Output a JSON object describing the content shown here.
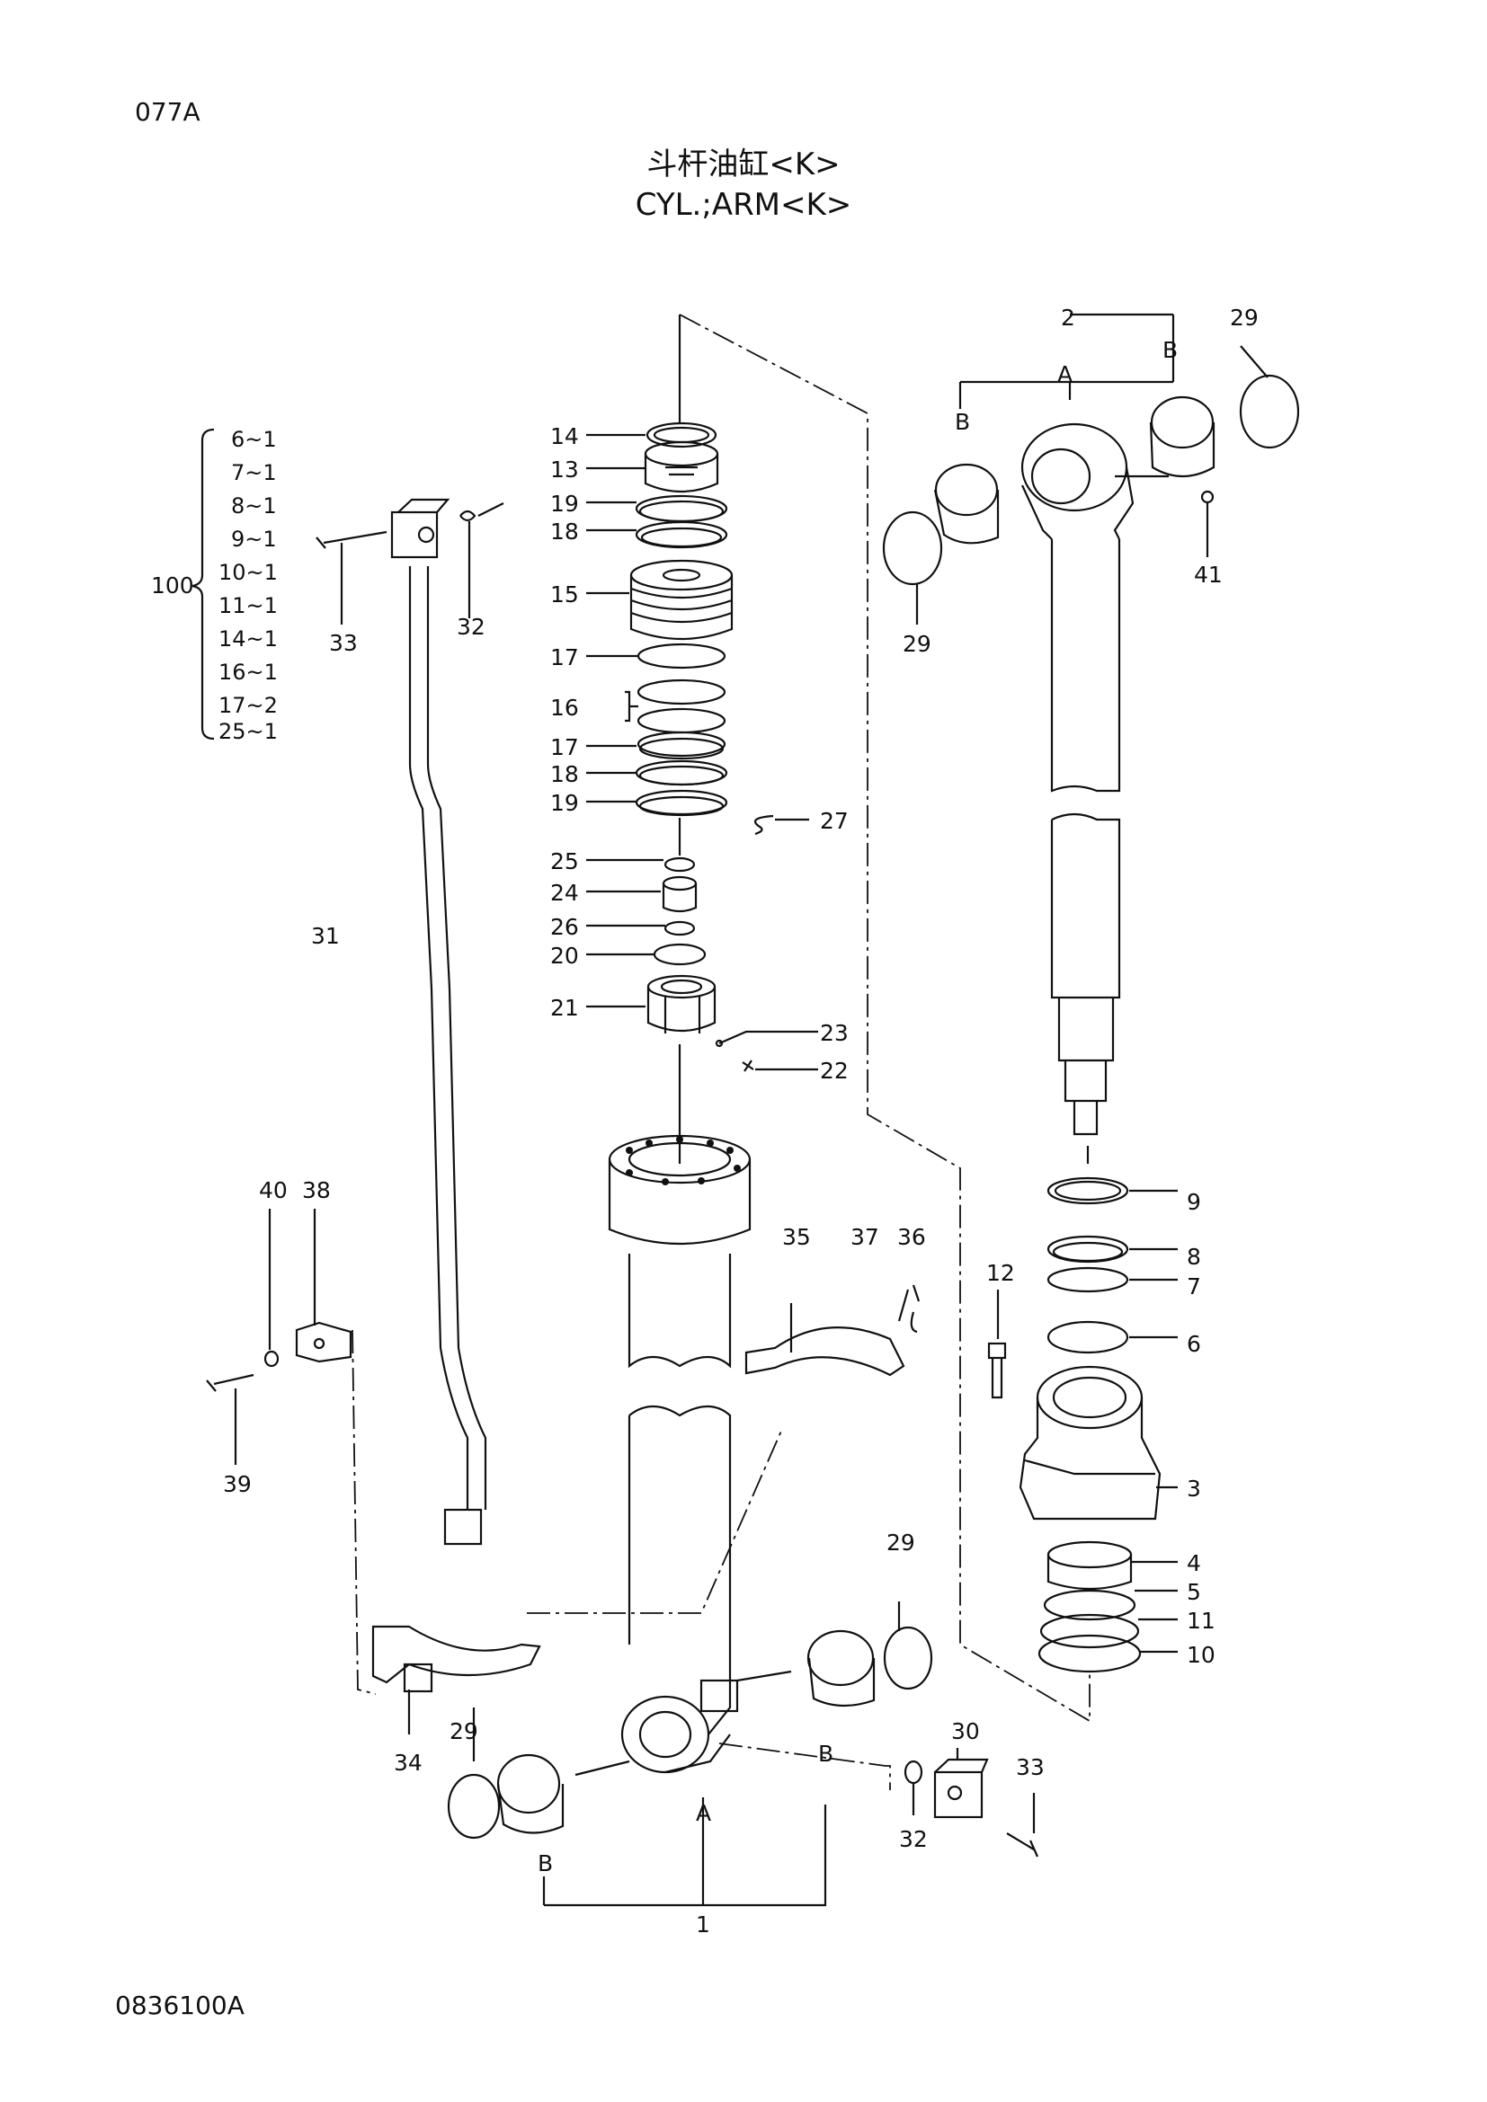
{
  "page_code": "077A",
  "title_cn": "斗杆油缸<K>",
  "title_en": "CYL.;ARM<K>",
  "footer_code": "0836100A",
  "kit": {
    "number": "100",
    "items": [
      "6~1",
      "7~1",
      "8~1",
      "9~1",
      "10~1",
      "11~1",
      "14~1",
      "16~1",
      "17~2",
      "25~1"
    ]
  },
  "callouts": {
    "c1": "1",
    "c2": "2",
    "c3": "3",
    "c4": "4",
    "c5": "5",
    "c6": "6",
    "c7": "7",
    "c8": "8",
    "c9": "9",
    "c10": "10",
    "c11": "11",
    "c12": "12",
    "c13": "13",
    "c14": "14",
    "c15": "15",
    "c16": "16",
    "c17a": "17",
    "c17b": "17",
    "c18a": "18",
    "c18b": "18",
    "c19a": "19",
    "c19b": "19",
    "c20": "20",
    "c21": "21",
    "c22": "22",
    "c23": "23",
    "c24": "24",
    "c25": "25",
    "c26": "26",
    "c27": "27",
    "c29a": "29",
    "c29b": "29",
    "c29c": "29",
    "c29d": "29",
    "c30": "30",
    "c31": "31",
    "c32a": "32",
    "c32b": "32",
    "c33a": "33",
    "c33b": "33",
    "c34": "34",
    "c35": "35",
    "c36": "36",
    "c37": "37",
    "c38": "38",
    "c39": "39",
    "c40": "40",
    "c41": "41"
  },
  "letters": {
    "a_rod": "A",
    "b_rod_left": "B",
    "b_rod_right": "B",
    "a_tube": "A",
    "b_tube_left": "B",
    "b_tube_right": "B"
  }
}
